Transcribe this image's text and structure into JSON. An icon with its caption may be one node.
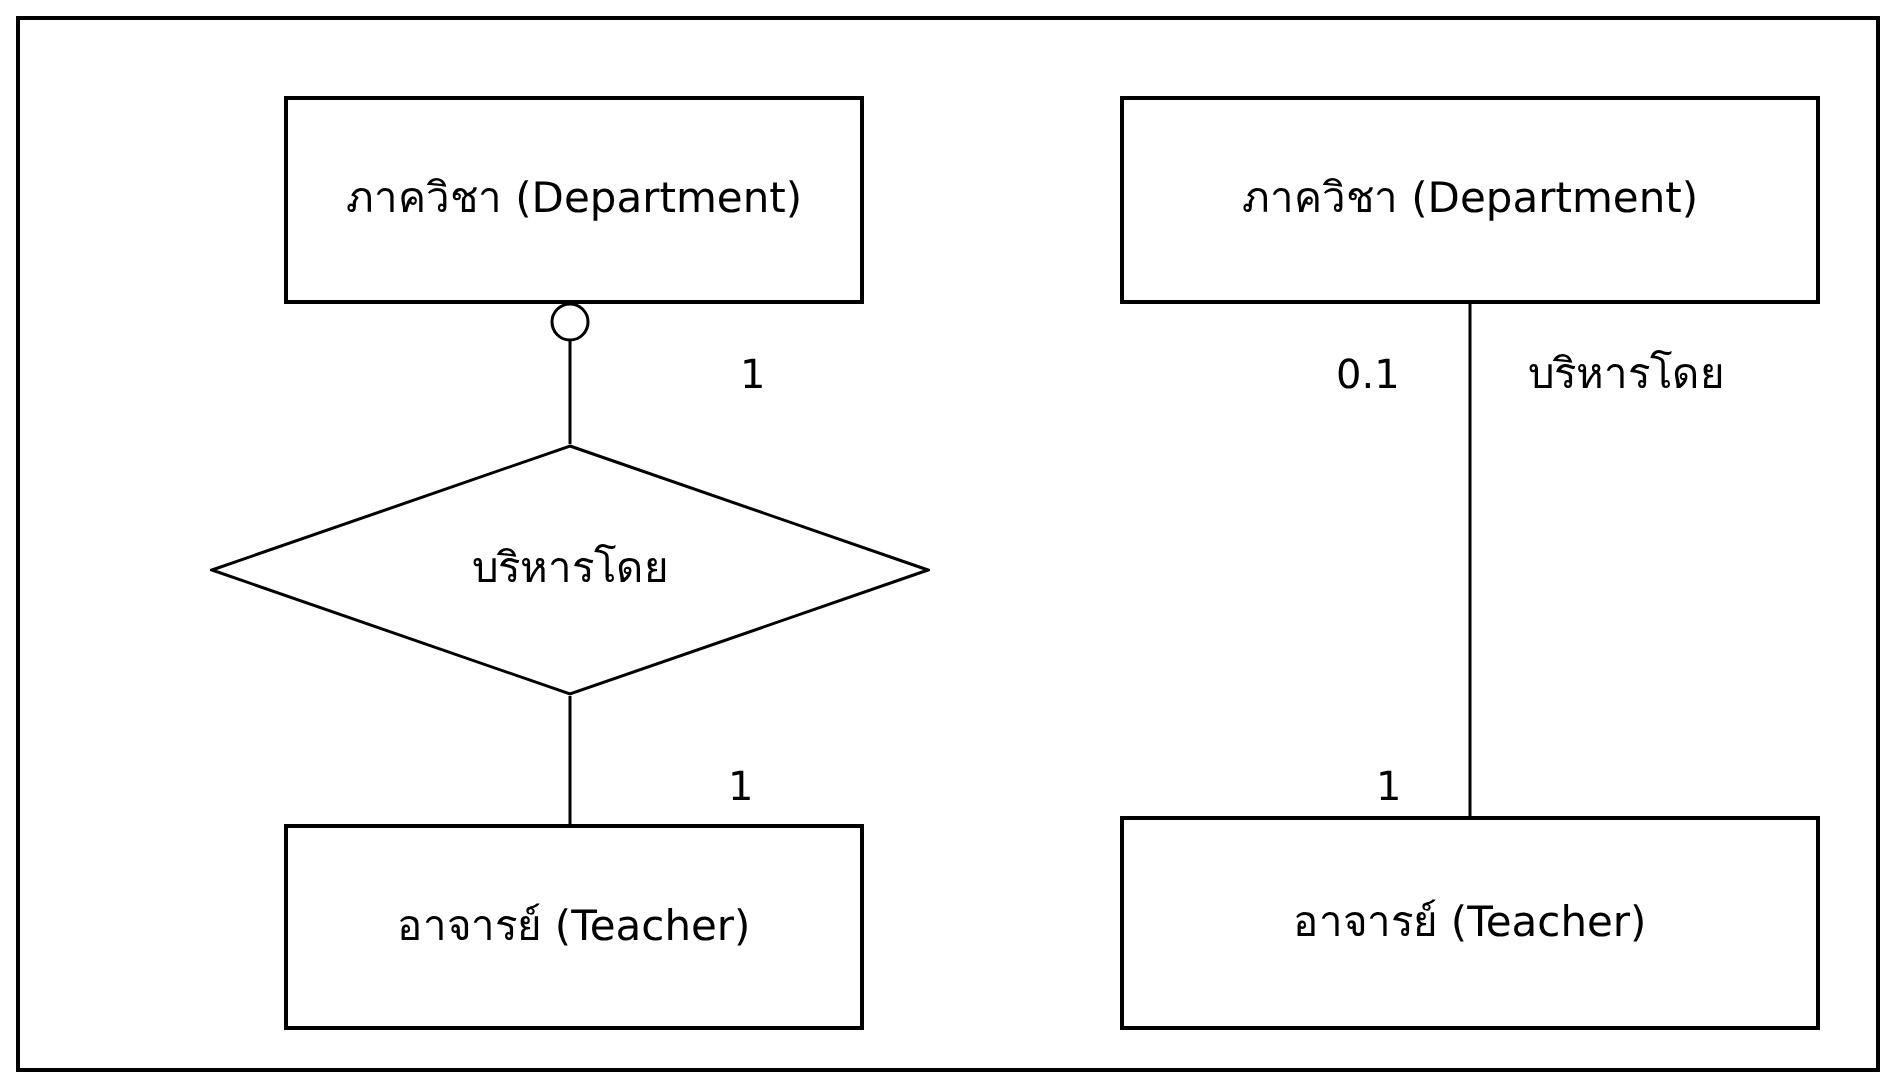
{
  "diagram": {
    "nodes": [
      {
        "text": [
          "ภาควิชา (Department)"
        ]
      },
      {
        "text": [
          "บริหารโดย"
        ]
      },
      {
        "text": [
          "อาจารย์ (Teacher)"
        ]
      },
      {
        "text": [
          "ภาควิชา (Department)"
        ]
      },
      {
        "text": [
          "อาจารย์ (Teacher)"
        ]
      }
    ],
    "edges": [
      {
        "from": 1,
        "to": 0,
        "arrow": "other"
      },
      {
        "from": 1,
        "to": 2,
        "arrow": "none"
      },
      {
        "from": 3,
        "to": 4,
        "arrow": "none",
        "label": "บริหารโดย"
      }
    ],
    "labels": [
      "1",
      "0.1",
      "1",
      "1"
    ]
  }
}
